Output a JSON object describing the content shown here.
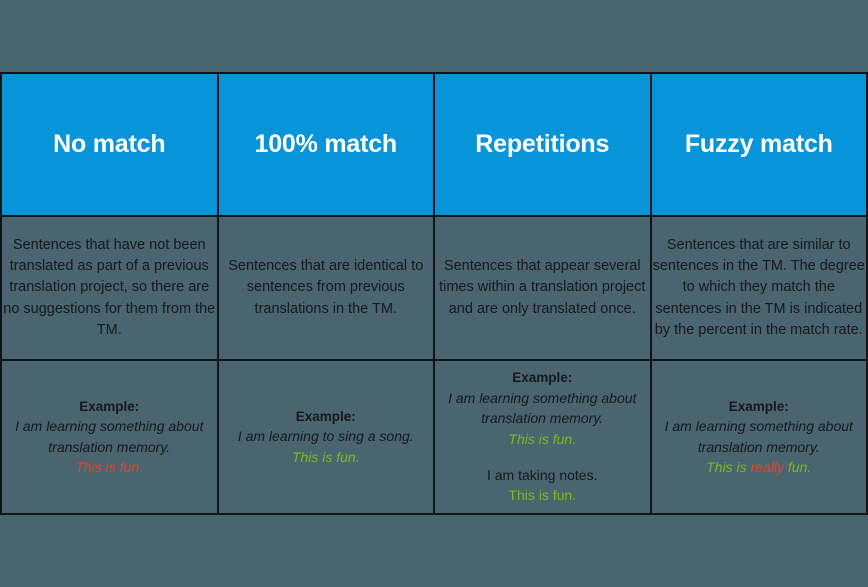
{
  "page": {
    "background_color": "#4a656f",
    "header_color": "#0894d8",
    "border_color": "#111418",
    "text_color": "#15191d",
    "green_color": "#7fb61b",
    "red_color": "#e8412a"
  },
  "table": {
    "headers": [
      {
        "label": "No match"
      },
      {
        "label": "100% match"
      },
      {
        "label": "Repetitions"
      },
      {
        "label": "Fuzzy match"
      }
    ],
    "descriptions": [
      {
        "text": "Sentences that have not been translated as part of a previous translation project, so there are no suggestions for them from the TM."
      },
      {
        "text": "Sentences that are identical to sentences from previous translations in the TM."
      },
      {
        "text": "Sentences that appear several times within a translation project and are only translated once."
      },
      {
        "text": "Sentences that are similar to sentences in the TM. The degree to which they match the sentences in the TM is indicated by the percent in the match rate."
      }
    ],
    "examples": [
      {
        "title": "Example:",
        "source": "I am learning something about translation memory.",
        "target_segments": [
          {
            "text": "This is fun.",
            "color": "red"
          }
        ],
        "second_source": "",
        "second_target_segments": []
      },
      {
        "title": "Example:",
        "source": "I am learning to sing a song.",
        "target_segments": [
          {
            "text": "This is fun.",
            "color": "green"
          }
        ],
        "second_source": "",
        "second_target_segments": []
      },
      {
        "title": "Example:",
        "source": "I am learning something about translation memory.",
        "target_segments": [
          {
            "text": "This is fun.",
            "color": "green"
          }
        ],
        "second_source": "I am taking notes.",
        "second_target_segments": [
          {
            "text": "This is fun.",
            "color": "green"
          }
        ]
      },
      {
        "title": "Example:",
        "source": "I am learning something about translation memory.",
        "target_segments": [
          {
            "text": "This is ",
            "color": "green"
          },
          {
            "text": "really",
            "color": "red"
          },
          {
            "text": " fun.",
            "color": "green"
          }
        ],
        "second_source": "",
        "second_target_segments": []
      }
    ]
  }
}
